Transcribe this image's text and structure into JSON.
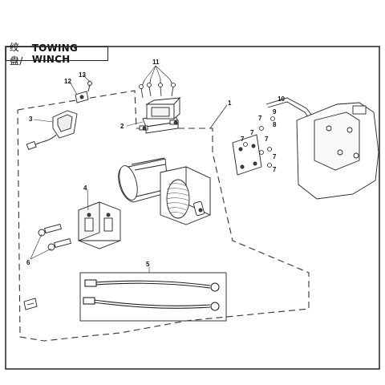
{
  "title": {
    "chinese": "绞盘/",
    "english": "TOWING WINCH"
  },
  "callouts": [
    "1",
    "2",
    "3",
    "4",
    "5",
    "6",
    "7",
    "8",
    "9",
    "10",
    "11",
    "12",
    "13",
    "7",
    "7",
    "7",
    "7",
    "7"
  ]
}
